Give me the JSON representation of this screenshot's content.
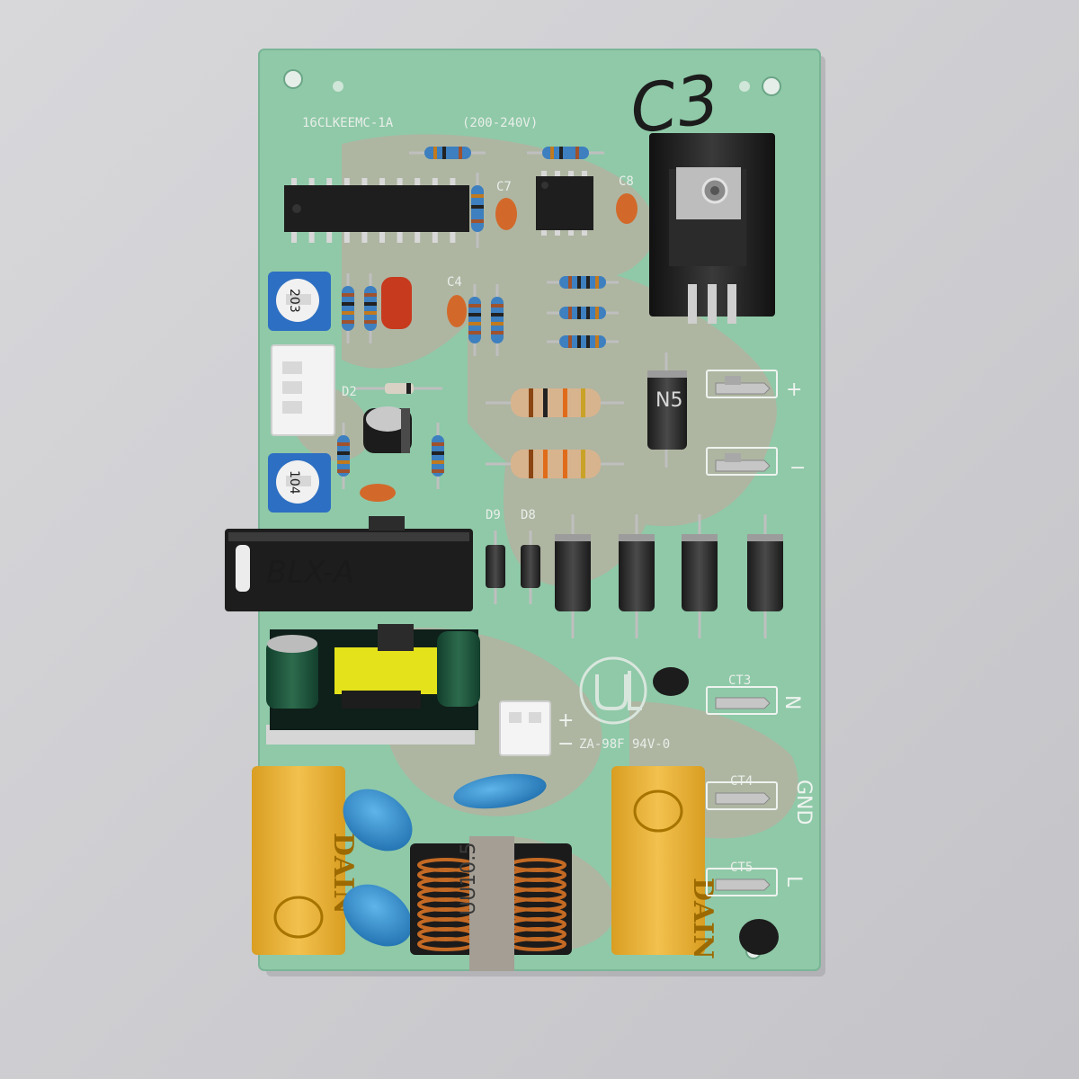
{
  "board": {
    "model_label": "16CLKEEMC-1A",
    "voltage_label": "(200-240V)",
    "handwritten_mark": "C3",
    "rating_label": "ZA-98F 94V-0",
    "fuse_label": "BLX-A",
    "coil_label": "UU10.5",
    "trimmer_top_label": "203",
    "trimmer_bottom_label": "104",
    "x_cap_brand": "DAIN",
    "diode_mark": "N5",
    "terminal_labels": {
      "plus": "+",
      "minus": "−",
      "neutral": "N",
      "ground": "GND",
      "line": "L"
    },
    "ref_labels": {
      "c7": "C7",
      "c8": "C8",
      "c4": "C4",
      "d2": "D2",
      "d9": "D9",
      "d8": "D8",
      "ct3": "CT3",
      "ct4": "CT4",
      "ct5": "CT5"
    },
    "connector_plus": "+",
    "connector_minus": "−",
    "colors": {
      "substrate": "#8fc9a8",
      "copper_tint": "#c9a69c",
      "ic_body": "#1e1e1e",
      "resistor_body": "#3d7fbf",
      "ceramic_cap": "#d2692a",
      "x_capacitor": "#e8b43a",
      "y_capacitor": "#2f8fd1",
      "heatsink": "#222222"
    }
  }
}
